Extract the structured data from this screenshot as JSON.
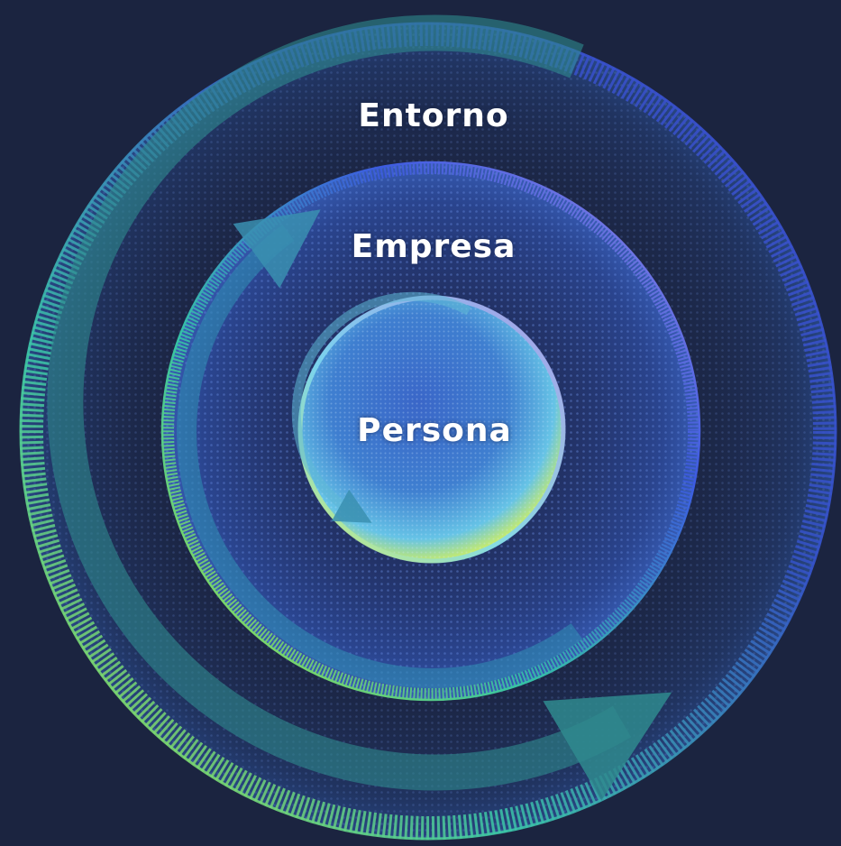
{
  "diagram": {
    "labels": {
      "outer": "Entorno",
      "middle": "Empresa",
      "inner": "Persona"
    },
    "colors": {
      "background": "#1b2440",
      "outer_ring_blue": "#3b4fd0",
      "ring_teal": "#2fc6a8",
      "ring_green": "#9ee03a",
      "middle_purple": "#8a7ee0",
      "inner_light_blue": "#7fd0f0",
      "arrow_teal": "#2f8a8e",
      "label_text": "#ffffff"
    }
  }
}
